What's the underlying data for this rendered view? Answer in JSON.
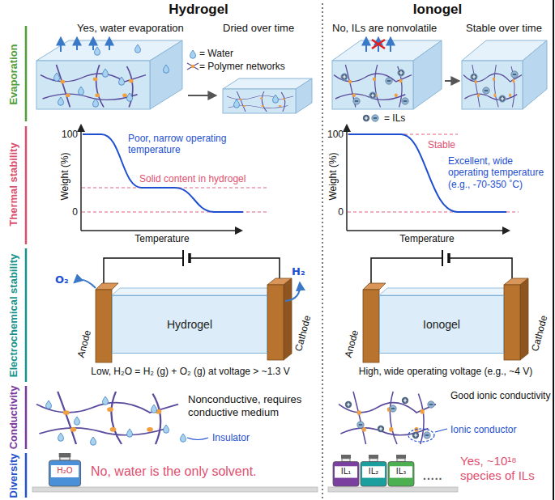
{
  "diagram": {
    "nodes": [
      {
        "text": [
          "Hydrogel"
        ]
      },
      {
        "text": [
          "Ionogel"
        ]
      },
      {
        "text": [
          "H₂O"
        ]
      },
      {
        "text": [
          "IL₁"
        ]
      },
      {
        "text": [
          "IL₂"
        ]
      },
      {
        "text": [
          "IL₃"
        ]
      }
    ],
    "labels": [
      "Hydrogel",
      "Ionogel",
      "Evaporation",
      "Thermal stability",
      "Electrochemical stability",
      "Conductivity",
      "Diversity",
      "Yes, water evaporation",
      "Dried over time",
      "No, ILs are nonvolatile",
      "Stable over time",
      "100",
      "0",
      "Weight (%)",
      "Temperature",
      "Poor, narrow operating temperature",
      "Solid content in hydrogel",
      "100",
      "0",
      "Weight (%)",
      "Temperature",
      "Stable",
      "Excellent, wide operating temperature (e.g., -70-350 ˚C)",
      "O₂",
      "H₂",
      "Anode",
      "Cathode",
      "Low, H₂O = H₂ (g) + O₂ (g) at voltage > ~1.3 V",
      "Anode",
      "Cathode",
      "High, wide operating voltage (e.g., ~4 V)",
      "Nonconductive, requires conductive medium",
      "Insulator",
      "Good ionic conductivity",
      "Ionic conductor",
      "No, water is the only solvent.",
      "Yes, ~10¹⁸ species of ILs",
      "....."
    ],
    "legend": [
      {
        "text": "= Water"
      },
      {
        "text": "= Polymer networks"
      },
      {
        "text": "= ILs"
      }
    ]
  }
}
